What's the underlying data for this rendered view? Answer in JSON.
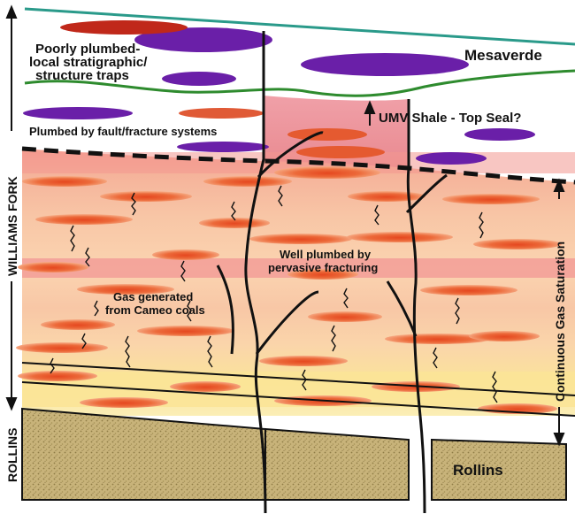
{
  "labels": {
    "mesaverde": "Mesaverde",
    "poorly_plumbed": [
      "Poorly plumbed-",
      "local stratigraphic/",
      "structure traps"
    ],
    "umv_shale": "UMV Shale - Top Seal?",
    "plumbed_by_fault": "Plumbed by fault/fracture systems",
    "well_plumbed": [
      "Well plumbed by",
      "pervasive fracturing"
    ],
    "gas_generated": [
      "Gas generated",
      "from Cameo coals"
    ],
    "continuous_gas": "Continuous Gas Saturation",
    "williams_fork": "WILLIAMS FORK",
    "rollins_vertical": "ROLLINS",
    "rollins_block": "Rollins"
  },
  "colors": {
    "mesaverde_line": "#2a9a8a",
    "umv_line": "#2e8b2e",
    "purple_lens": "#6a1fa8",
    "red_lens": "#c0281a",
    "orange_lens": "#e8552a",
    "pink_band": "#f08a8a",
    "peach": "#f7c39a",
    "yellow": "#fae08a",
    "rollins_fill": "#c9b679",
    "black": "#111111"
  }
}
